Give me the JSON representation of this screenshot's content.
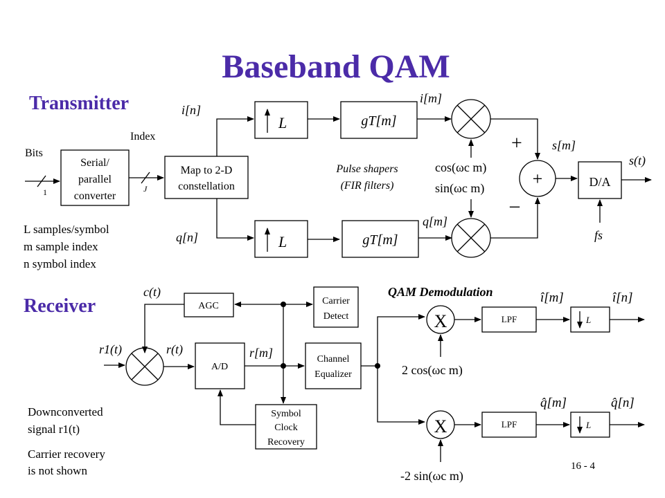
{
  "slide": {
    "title": "Baseband QAM",
    "page_number": "16 - 4",
    "title_color": "#4b2ba8"
  },
  "transmitter": {
    "heading": "Transmitter",
    "bits_label": "Bits",
    "bits_width": "1",
    "serial_parallel": [
      "Serial/",
      "parallel",
      "converter"
    ],
    "index_label": "Index",
    "index_width": "J",
    "map_block": [
      "Map to 2-D",
      "constellation"
    ],
    "in_label": "i[n]",
    "qn_label": "q[n]",
    "upsample_label": "L",
    "pulse_top": "gT[m]",
    "pulse_bottom": "gT[m]",
    "im_label": "i[m]",
    "qm_label": "q[m]",
    "pulse_shapers": [
      "Pulse shapers",
      "(FIR filters)"
    ],
    "cos_label": "cos(ωc m)",
    "sin_label": "sin(ωc m)",
    "plus_top": "+",
    "plus_sum": "+",
    "minus": "–",
    "sm_label": "s[m]",
    "da_label": "D/A",
    "st_label": "s(t)",
    "fs_label": "fs",
    "notes": [
      "L samples/symbol",
      "m sample index",
      "n symbol index"
    ]
  },
  "receiver": {
    "heading": "Receiver",
    "ct_label": "c(t)",
    "agc": "AGC",
    "carrier_detect": [
      "Carrier",
      "Detect"
    ],
    "r1_label": "r1(t)",
    "rt_label": "r(t)",
    "ad": "A/D",
    "rm_label": "r[m]",
    "channel_eq": [
      "Channel",
      "Equalizer"
    ],
    "symbol_clock": [
      "Symbol",
      "Clock",
      "Recovery"
    ],
    "demod_title": "QAM Demodulation",
    "mixer_symbol": "X",
    "lpf": "LPF",
    "down_label": "L",
    "i_hat_m": "î[m]",
    "i_hat_n": "î[n]",
    "q_hat_m": "q̂[m]",
    "q_hat_n": "q̂[n]",
    "cos_label": "2 cos(ωc m)",
    "sin_label": "-2 sin(ωc m)",
    "notes": [
      "Downconverted",
      "signal r1(t)",
      "Carrier recovery",
      "is not shown"
    ]
  }
}
